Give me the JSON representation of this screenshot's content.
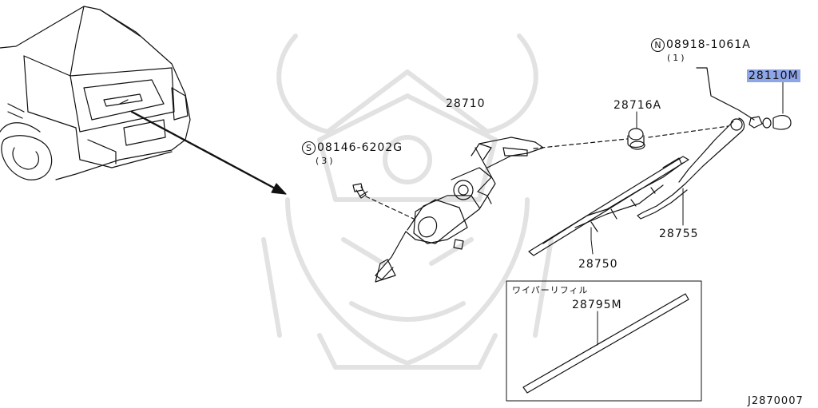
{
  "parts": {
    "motor": "28710",
    "bolt_symbol": "S",
    "bolt": "08146-6202G",
    "bolt_qty": "(3)",
    "grommet": "28716A",
    "nut_symbol": "N",
    "nut": "08918-1061A",
    "nut_qty": "(1)",
    "cap": "28110M",
    "arm": "28755",
    "blade": "28750",
    "refill": "28795M"
  },
  "refill_box_title": "ワイパーリフィル",
  "diagram_code": "J2870007",
  "colors": {
    "highlight": "#8ea6e8",
    "line": "#111111",
    "watermark": "#e4e4e4"
  }
}
